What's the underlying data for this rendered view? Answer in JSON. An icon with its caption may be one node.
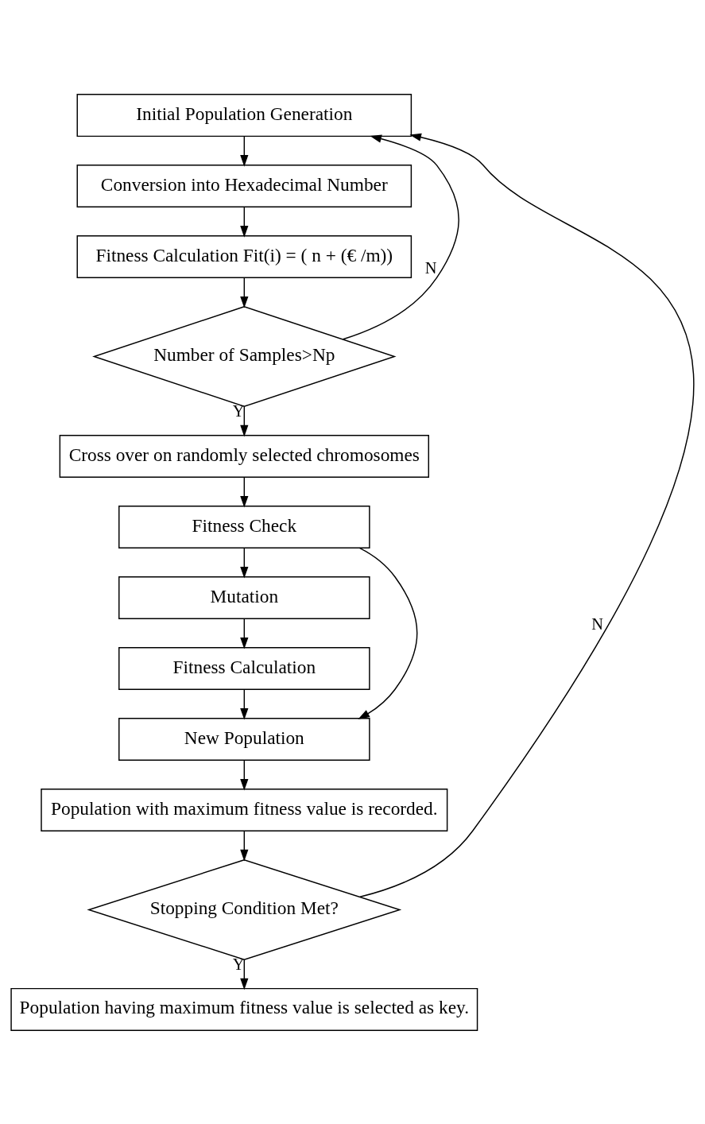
{
  "diagram": {
    "nodes": [
      {
        "text": [
          "Initial Population Generation"
        ]
      },
      {
        "text": [
          "Conversion into Hexadecimal Number"
        ]
      },
      {
        "text": [
          "Fitness Calculation Fit(i) = ( n + (€ /m))"
        ]
      },
      {
        "text": [
          "Number of Samples>Np"
        ]
      },
      {
        "text": [
          "Cross over on randomly selected chromosomes"
        ]
      },
      {
        "text": [
          "Fitness Check"
        ]
      },
      {
        "text": [
          "Mutation"
        ]
      },
      {
        "text": [
          "Fitness Calculation"
        ]
      },
      {
        "text": [
          "New Population"
        ]
      },
      {
        "text": [
          "Population with maximum fitness value is recorded."
        ]
      },
      {
        "text": [
          "Stopping Condition Met?"
        ]
      },
      {
        "text": [
          "Population having maximum fitness value is selected as key."
        ]
      }
    ],
    "edges": [
      {
        "from": 0,
        "to": 1,
        "arrow": "to"
      },
      {
        "from": 1,
        "to": 2,
        "arrow": "to"
      },
      {
        "from": 2,
        "to": 3,
        "arrow": "to"
      },
      {
        "from": 3,
        "to": 0,
        "arrow": "to",
        "label": "N"
      },
      {
        "from": 3,
        "to": 4,
        "arrow": "to",
        "label": "Y"
      },
      {
        "from": 4,
        "to": 5,
        "arrow": "to"
      },
      {
        "from": 5,
        "to": 6,
        "arrow": "to"
      },
      {
        "from": 6,
        "to": 7,
        "arrow": "to"
      },
      {
        "from": 7,
        "to": 8,
        "arrow": "to"
      },
      {
        "from": 5,
        "to": 8,
        "arrow": "to"
      },
      {
        "from": 8,
        "to": 9,
        "arrow": "to"
      },
      {
        "from": 9,
        "to": 10,
        "arrow": "to"
      },
      {
        "from": 10,
        "to": 0,
        "arrow": "to",
        "label": "N"
      },
      {
        "from": 10,
        "to": 11,
        "arrow": "to",
        "label": "Y"
      }
    ]
  }
}
